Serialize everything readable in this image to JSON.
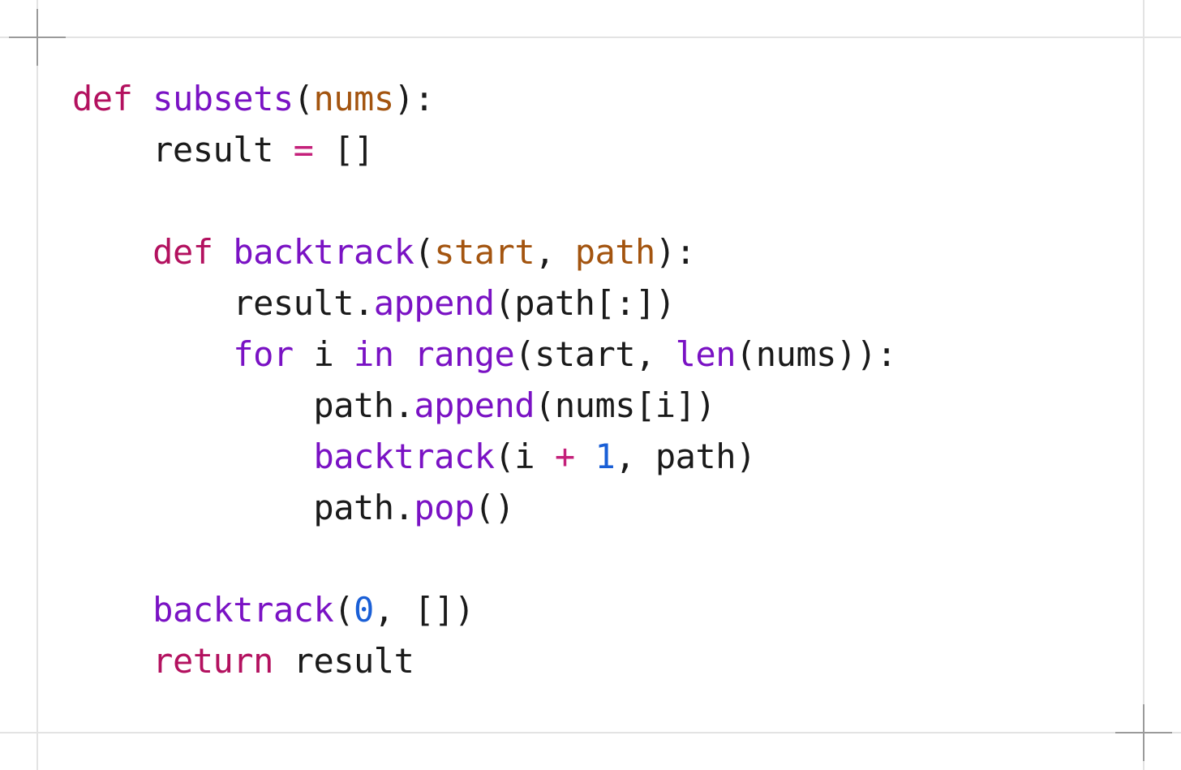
{
  "colors": {
    "keyword": "#b3115f",
    "function": "#7a12c4",
    "parameter": "#a3540f",
    "number": "#1a5fd6",
    "operator": "#c4207a",
    "text": "#1a1a1a",
    "guide": "#e3e3e3",
    "crosshair": "#9a9a9a"
  },
  "code": {
    "language": "python",
    "lines": [
      [
        {
          "t": "kw",
          "v": "def"
        },
        {
          "t": "plain",
          "v": " "
        },
        {
          "t": "fn",
          "v": "subsets"
        },
        {
          "t": "plain",
          "v": "("
        },
        {
          "t": "param",
          "v": "nums"
        },
        {
          "t": "plain",
          "v": "):"
        }
      ],
      [
        {
          "t": "plain",
          "v": "    result "
        },
        {
          "t": "op",
          "v": "="
        },
        {
          "t": "plain",
          "v": " []"
        }
      ],
      [],
      [
        {
          "t": "plain",
          "v": "    "
        },
        {
          "t": "kw",
          "v": "def"
        },
        {
          "t": "plain",
          "v": " "
        },
        {
          "t": "fn",
          "v": "backtrack"
        },
        {
          "t": "plain",
          "v": "("
        },
        {
          "t": "param",
          "v": "start"
        },
        {
          "t": "plain",
          "v": ", "
        },
        {
          "t": "param",
          "v": "path"
        },
        {
          "t": "plain",
          "v": "):"
        }
      ],
      [
        {
          "t": "plain",
          "v": "        result."
        },
        {
          "t": "fn",
          "v": "append"
        },
        {
          "t": "plain",
          "v": "(path[:])"
        }
      ],
      [
        {
          "t": "plain",
          "v": "        "
        },
        {
          "t": "fn",
          "v": "for"
        },
        {
          "t": "plain",
          "v": " i "
        },
        {
          "t": "fn",
          "v": "in"
        },
        {
          "t": "plain",
          "v": " "
        },
        {
          "t": "fn",
          "v": "range"
        },
        {
          "t": "plain",
          "v": "(start, "
        },
        {
          "t": "fn",
          "v": "len"
        },
        {
          "t": "plain",
          "v": "(nums)):"
        }
      ],
      [
        {
          "t": "plain",
          "v": "            path."
        },
        {
          "t": "fn",
          "v": "append"
        },
        {
          "t": "plain",
          "v": "(nums[i])"
        }
      ],
      [
        {
          "t": "plain",
          "v": "            "
        },
        {
          "t": "fn",
          "v": "backtrack"
        },
        {
          "t": "plain",
          "v": "(i "
        },
        {
          "t": "op",
          "v": "+"
        },
        {
          "t": "plain",
          "v": " "
        },
        {
          "t": "num",
          "v": "1"
        },
        {
          "t": "plain",
          "v": ", path)"
        }
      ],
      [
        {
          "t": "plain",
          "v": "            path."
        },
        {
          "t": "fn",
          "v": "pop"
        },
        {
          "t": "plain",
          "v": "()"
        }
      ],
      [],
      [
        {
          "t": "plain",
          "v": "    "
        },
        {
          "t": "fn",
          "v": "backtrack"
        },
        {
          "t": "plain",
          "v": "("
        },
        {
          "t": "num",
          "v": "0"
        },
        {
          "t": "plain",
          "v": ", [])"
        }
      ],
      [
        {
          "t": "plain",
          "v": "    "
        },
        {
          "t": "kw",
          "v": "return"
        },
        {
          "t": "plain",
          "v": " result"
        }
      ]
    ]
  }
}
